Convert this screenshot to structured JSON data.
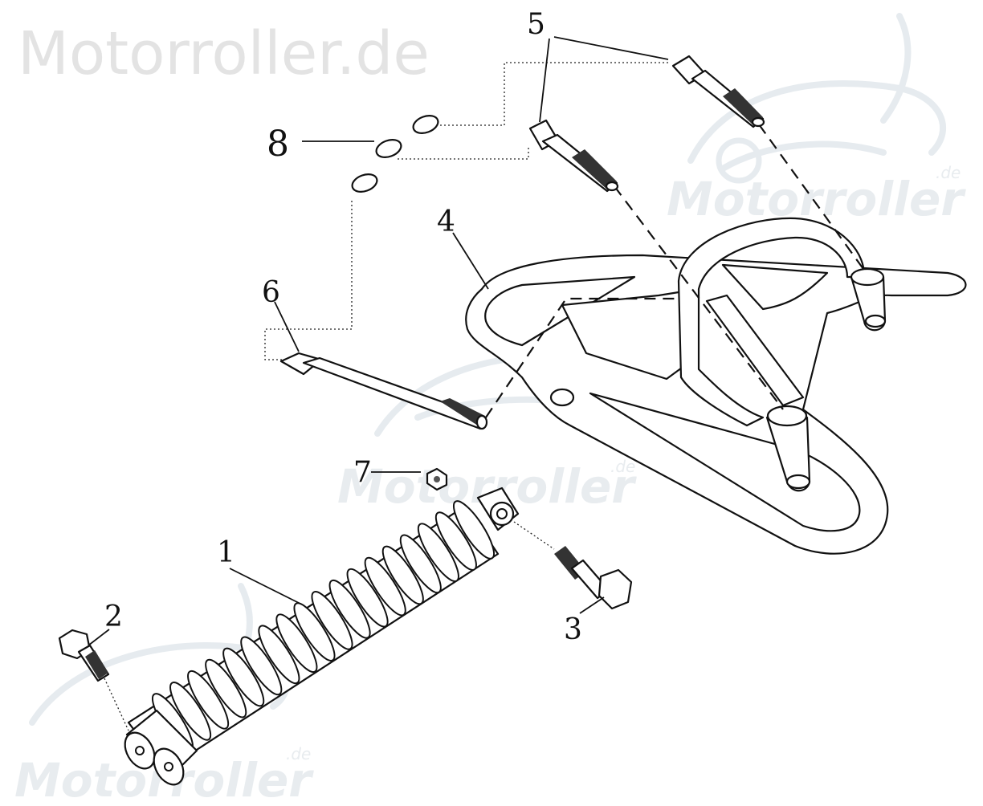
{
  "watermark": {
    "site": "Motorroller.de",
    "logo_word": "Motorroller",
    "logo_suffix": ".de"
  },
  "callouts": [
    "1",
    "2",
    "3",
    "4",
    "5",
    "6",
    "7",
    "8"
  ]
}
